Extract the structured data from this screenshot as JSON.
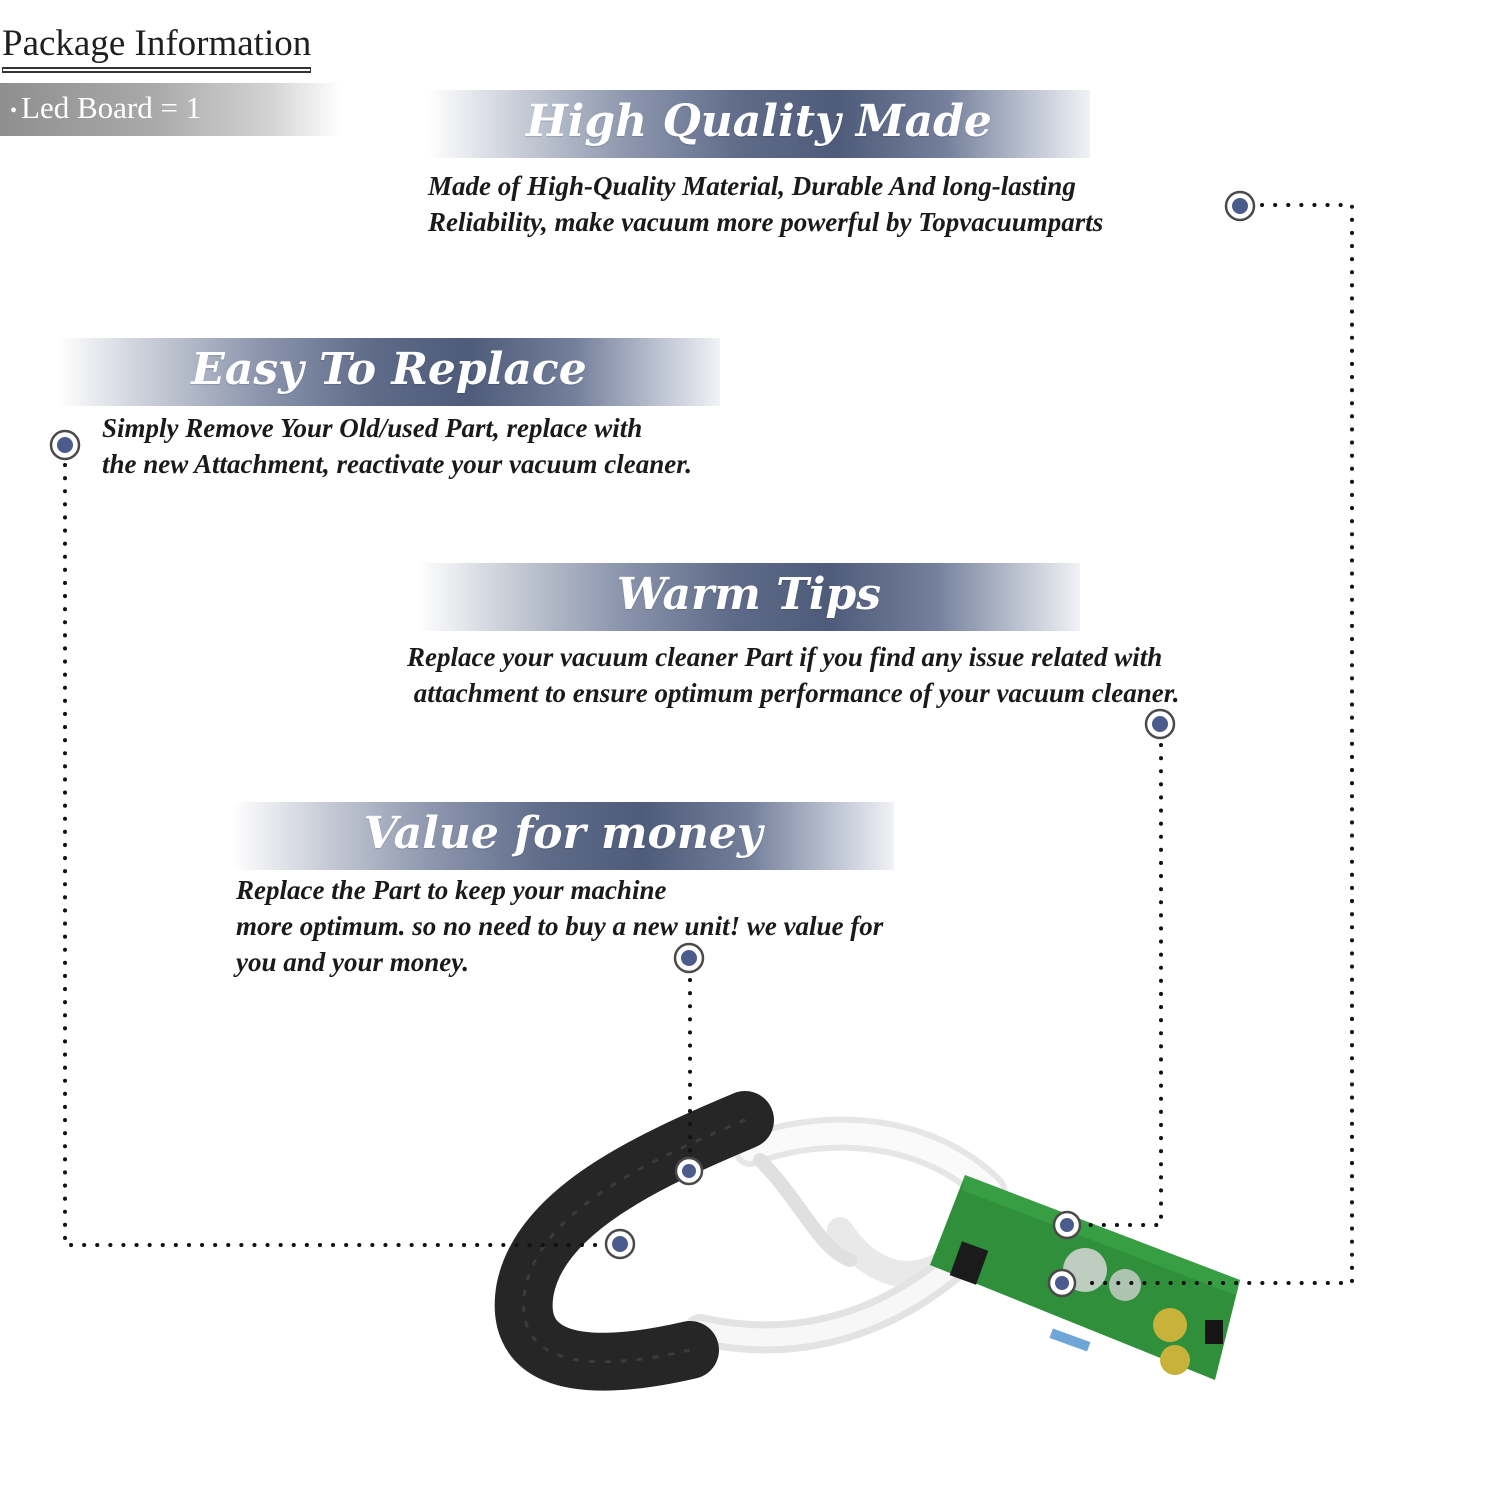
{
  "package": {
    "title": "Package Information",
    "item": "Led Board = 1",
    "bullet": "•"
  },
  "sections": {
    "high_quality": {
      "heading": "High Quality Made",
      "lines": [
        "Made of  High-Quality Material, Durable And long-lasting",
        "Reliability, make vacuum more powerful by Topvacuumparts"
      ]
    },
    "easy_replace": {
      "heading": "Easy To Replace",
      "lines": [
        "Simply Remove Your Old/used Part, replace with",
        "the new Attachment, reactivate your vacuum cleaner."
      ]
    },
    "warm_tips": {
      "heading": "Warm Tips",
      "lines": [
        "Replace your vacuum cleaner Part if you find any issue related with",
        " attachment to ensure optimum performance of your vacuum cleaner."
      ]
    },
    "value": {
      "heading": "Value for money",
      "lines": [
        "Replace the Part to keep your machine",
        "more optimum. so no need to buy a new unit! we value for",
        "you and your money."
      ]
    }
  },
  "colors": {
    "banner_dark": "#4e5b7a",
    "marker_dot": "#4b5c8c",
    "board_green": "#2f8f3a",
    "cable_sleeve": "#2b2b2b",
    "wire_white": "#ececec"
  },
  "icons": {
    "marker": "connector-marker-icon",
    "product": "led-board-product-icon"
  }
}
